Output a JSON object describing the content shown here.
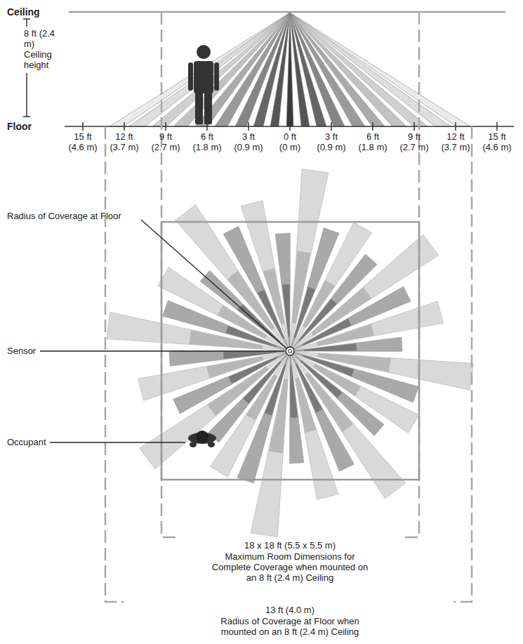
{
  "diagram": {
    "labels": [
      "Ceiling",
      "8 ft (2.4 m) Ceiling height",
      "Floor",
      "15 ft",
      "(4.6 m)",
      "12 ft",
      "(3.7 m)",
      "9 ft",
      "(2.7 m)",
      "6 ft",
      "(1.8 m)",
      "3 ft",
      "(0.9 m)",
      "0 ft",
      "(0 m)",
      "3 ft",
      "(0.9 m)",
      "6 ft",
      "(1.8 m)",
      "9 ft",
      "(2.7 m)",
      "12 ft",
      "(3.7 m)",
      "15 ft",
      "(4.6 m)",
      "Radius of Coverage at Floor",
      "Sensor",
      "Occupant",
      "18 x 18 ft (5.5 x 5.5 m)",
      "Maximum Room Dimensions for Complete Coverage when mounted on an 8 ft (2.4 m) Ceiling",
      "13 ft (4.0 m)",
      "Radius of Coverage at Floor when mounted on an 8 ft (2.4 m) Ceiling"
    ]
  }
}
